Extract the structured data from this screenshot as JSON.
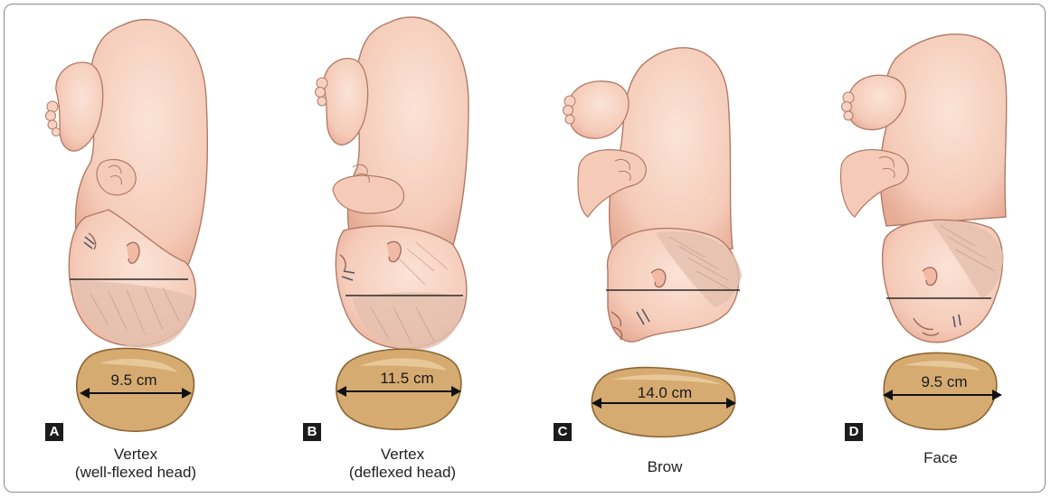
{
  "panels": [
    {
      "letter": "A",
      "measurement": "9.5 cm",
      "caption_line1": "Vertex",
      "caption_line2": "(well-flexed head)"
    },
    {
      "letter": "B",
      "measurement": "11.5 cm",
      "caption_line1": "Vertex",
      "caption_line2": "(deflexed head)"
    },
    {
      "letter": "C",
      "measurement": "14.0 cm",
      "caption_line1": "Brow",
      "caption_line2": ""
    },
    {
      "letter": "D",
      "measurement": "9.5 cm",
      "caption_line1": "Face",
      "caption_line2": ""
    }
  ],
  "colors": {
    "skin": "#f7d2c2",
    "skin_shadow": "#e9b29e",
    "skin_outline": "#b07a66",
    "hair": "#d9b3a2",
    "head_section_fill": "#d6ab72",
    "head_section_outline": "#8c6432",
    "badge": "#1c1c1c",
    "frame": "#8a8a8a"
  },
  "icons": [
    "fetus-illustration",
    "head-cross-section",
    "diameter-arrow"
  ]
}
